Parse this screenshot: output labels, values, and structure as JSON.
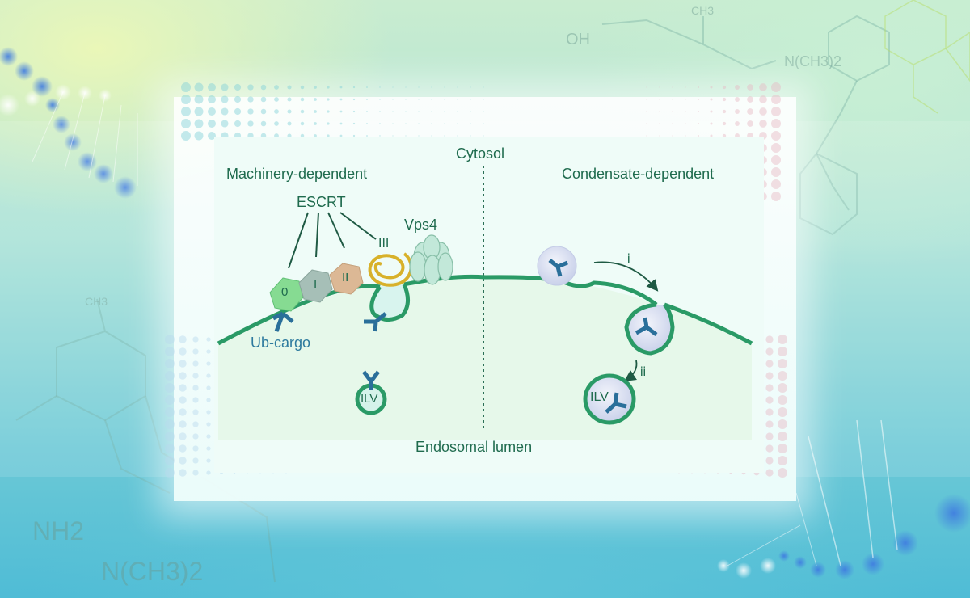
{
  "figure": {
    "divider_top_label": "Cytosol",
    "divider_bottom_label": "Endosomal lumen",
    "left_panel": {
      "title": "Machinery-dependent",
      "complex_label": "ESCRT",
      "subunits": [
        "0",
        "I",
        "II",
        "III"
      ],
      "atpase_label": "Vps4",
      "cargo_label": "Ub-cargo",
      "vesicle_label": "ILV"
    },
    "right_panel": {
      "title": "Condensate-dependent",
      "step_labels": [
        "i",
        "ii"
      ],
      "vesicle_label": "ILV"
    }
  },
  "background": {
    "decorative_formulas": [
      "OH",
      "CH3",
      "N(CH3)2",
      "NH2",
      "CH3"
    ]
  },
  "colors": {
    "membrane": "#2a9a66",
    "text": "#1f6b4e",
    "cargo": "#2a6f9a",
    "escrt0": "#7fd78f",
    "escrtI": "#9db8b0",
    "escrtII": "#d9b68f",
    "escrtIII": "#d8b12a",
    "vps4": "#bfe6d6",
    "condensate": "#d4dcef"
  }
}
